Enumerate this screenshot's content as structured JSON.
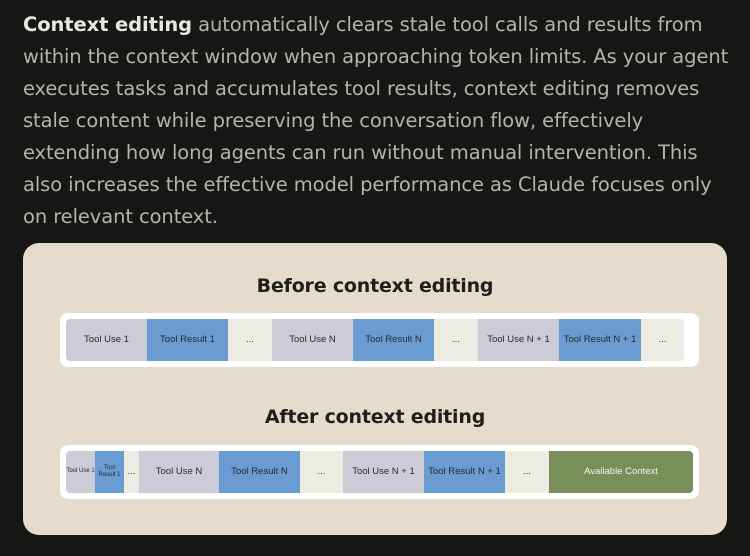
{
  "intro": {
    "lead": "Context editing",
    "body": " automatically clears stale tool calls and results from within the context window when approaching token limits. As your agent executes tasks and accumulates tool results, context editing removes stale content while preserving the conversation flow, effectively extending how long agents can run without manual intervention. This also increases the effective model performance as Claude focuses only on relevant context."
  },
  "diagram": {
    "before": {
      "title": "Before context editing",
      "segments": [
        {
          "kind": "use",
          "label": "Tool Use 1"
        },
        {
          "kind": "result",
          "label": "Tool Result 1"
        },
        {
          "kind": "gap",
          "label": "..."
        },
        {
          "kind": "use",
          "label": "Tool Use N"
        },
        {
          "kind": "result",
          "label": "Tool Result N"
        },
        {
          "kind": "gap",
          "label": "..."
        },
        {
          "kind": "use",
          "label": "Tool Use N + 1"
        },
        {
          "kind": "result",
          "label": "Tool Result N + 1"
        },
        {
          "kind": "gap",
          "label": "..."
        }
      ]
    },
    "after": {
      "title": "After context editing",
      "segments": [
        {
          "kind": "use",
          "label": "Tool Use 1"
        },
        {
          "kind": "result",
          "label": "Tool Result 1"
        },
        {
          "kind": "gap",
          "label": "..."
        },
        {
          "kind": "use",
          "label": "Tool Use N"
        },
        {
          "kind": "result",
          "label": "Tool Result N"
        },
        {
          "kind": "gap",
          "label": "..."
        },
        {
          "kind": "use",
          "label": "Tool Use N + 1"
        },
        {
          "kind": "result",
          "label": "Tool Result N + 1"
        },
        {
          "kind": "gap",
          "label": "..."
        },
        {
          "kind": "avail",
          "label": "Available Context"
        }
      ]
    }
  },
  "colors": {
    "tool_use": "#ccccd8",
    "tool_result": "#6a9bd1",
    "gap": "#ecece3",
    "available_context": "#788f5a",
    "card_background": "#e5dccd"
  }
}
